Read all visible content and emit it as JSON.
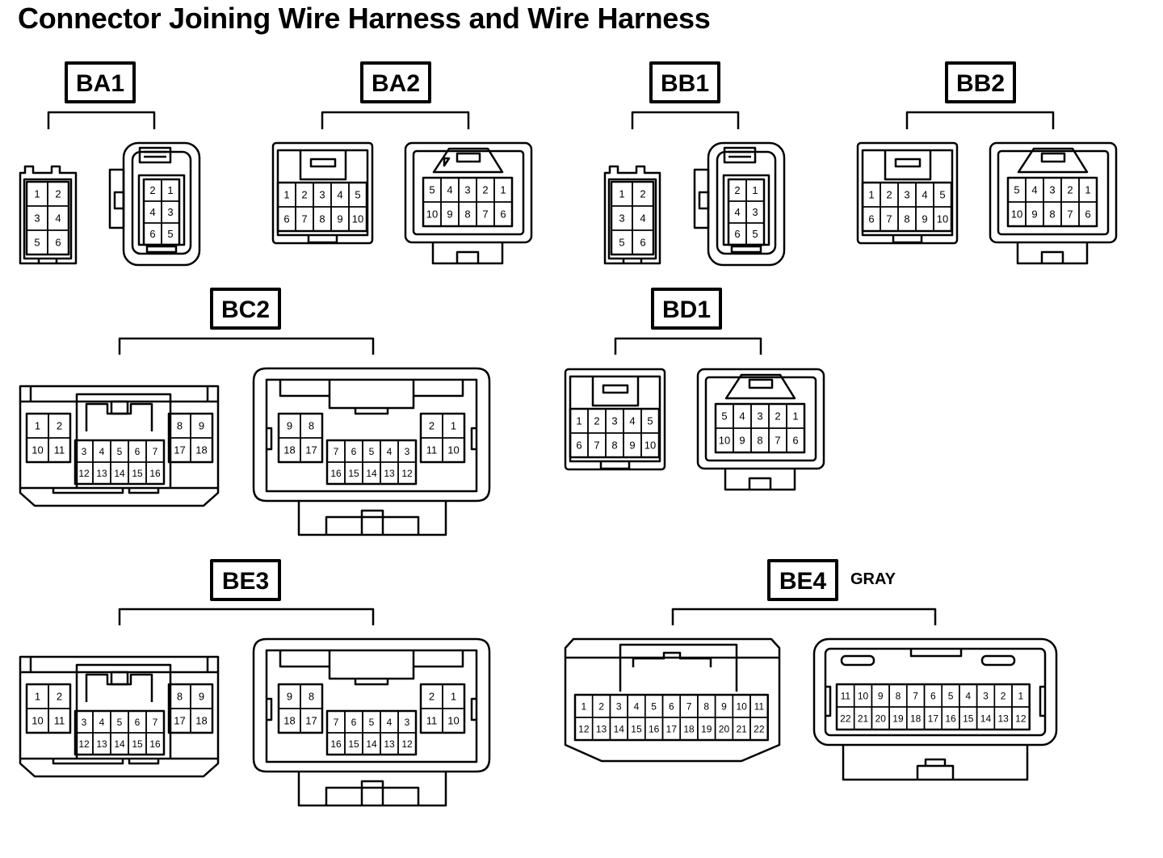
{
  "title": "Connector Joining Wire Harness and Wire Harness",
  "labels": {
    "BA1": "BA1",
    "BA2": "BA2",
    "BB1": "BB1",
    "BB2": "BB2",
    "BC2": "BC2",
    "BD1": "BD1",
    "BE3": "BE3",
    "BE4": "BE4",
    "gray": "GRAY"
  },
  "pins": {
    "p6_male": [
      [
        "1",
        "2"
      ],
      [
        "3",
        "4"
      ],
      [
        "5",
        "6"
      ]
    ],
    "p6_female": [
      [
        "2",
        "1"
      ],
      [
        "4",
        "3"
      ],
      [
        "6",
        "5"
      ]
    ],
    "p10_male": [
      [
        "1",
        "2",
        "3",
        "4",
        "5"
      ],
      [
        "6",
        "7",
        "8",
        "9",
        "10"
      ]
    ],
    "p10_female": [
      [
        "5",
        "4",
        "3",
        "2",
        "1"
      ],
      [
        "10",
        "9",
        "8",
        "7",
        "6"
      ]
    ],
    "p18_male": {
      "left": [
        [
          "1",
          "2"
        ],
        [
          "10",
          "11"
        ]
      ],
      "center": [
        [
          "3",
          "4",
          "5",
          "6",
          "7"
        ],
        [
          "12",
          "13",
          "14",
          "15",
          "16"
        ]
      ],
      "right": [
        [
          "8",
          "9"
        ],
        [
          "17",
          "18"
        ]
      ]
    },
    "p18_female": {
      "left": [
        [
          "9",
          "8"
        ],
        [
          "18",
          "17"
        ]
      ],
      "center": [
        [
          "7",
          "6",
          "5",
          "4",
          "3"
        ],
        [
          "16",
          "15",
          "14",
          "13",
          "12"
        ]
      ],
      "right": [
        [
          "2",
          "1"
        ],
        [
          "11",
          "10"
        ]
      ]
    },
    "p22_male": [
      [
        "1",
        "2",
        "3",
        "4",
        "5",
        "6",
        "7",
        "8",
        "9",
        "10",
        "11"
      ],
      [
        "12",
        "13",
        "14",
        "15",
        "16",
        "17",
        "18",
        "19",
        "20",
        "21",
        "22"
      ]
    ],
    "p22_female": [
      [
        "11",
        "10",
        "9",
        "8",
        "7",
        "6",
        "5",
        "4",
        "3",
        "2",
        "1"
      ],
      [
        "22",
        "21",
        "20",
        "19",
        "18",
        "17",
        "16",
        "15",
        "14",
        "13",
        "12"
      ]
    ]
  }
}
